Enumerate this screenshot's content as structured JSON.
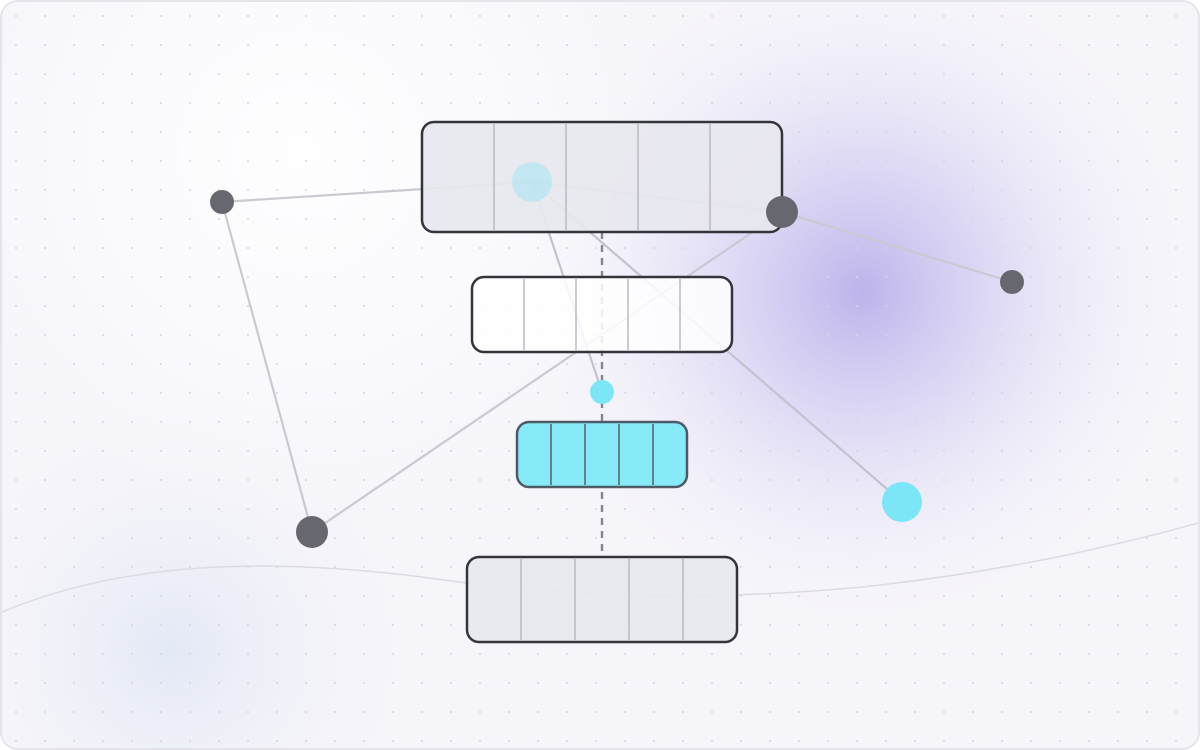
{
  "diagram": {
    "colors": {
      "background": "#f6f5fa",
      "glow": "#8e7fe0",
      "block_fill": "#e7e7ef",
      "block_fill_light": "#ffffff",
      "block_fill_accent": "#86eaf8",
      "block_stroke": "#34343c",
      "node_dark": "#67676f",
      "node_accent": "#7ce6f7",
      "edge": "#c9c9d1"
    },
    "blocks": [
      {
        "id": "block-1",
        "segments": 5,
        "style": "muted"
      },
      {
        "id": "block-2",
        "segments": 5,
        "style": "light"
      },
      {
        "id": "block-3",
        "segments": 5,
        "style": "accent"
      },
      {
        "id": "block-4",
        "segments": 5,
        "style": "muted"
      }
    ],
    "nodes": [
      {
        "id": "node-a",
        "style": "dark"
      },
      {
        "id": "node-b",
        "style": "accent"
      },
      {
        "id": "node-c",
        "style": "dark"
      },
      {
        "id": "node-d",
        "style": "dark"
      },
      {
        "id": "node-e",
        "style": "dark"
      },
      {
        "id": "node-f",
        "style": "accent"
      },
      {
        "id": "node-g",
        "style": "accent"
      }
    ],
    "edges": [
      [
        "node-a",
        "node-b"
      ],
      [
        "node-b",
        "node-c"
      ],
      [
        "node-c",
        "node-d"
      ],
      [
        "node-a",
        "node-e"
      ],
      [
        "node-e",
        "node-c"
      ],
      [
        "node-b",
        "node-f"
      ],
      [
        "node-b",
        "node-g"
      ]
    ]
  }
}
